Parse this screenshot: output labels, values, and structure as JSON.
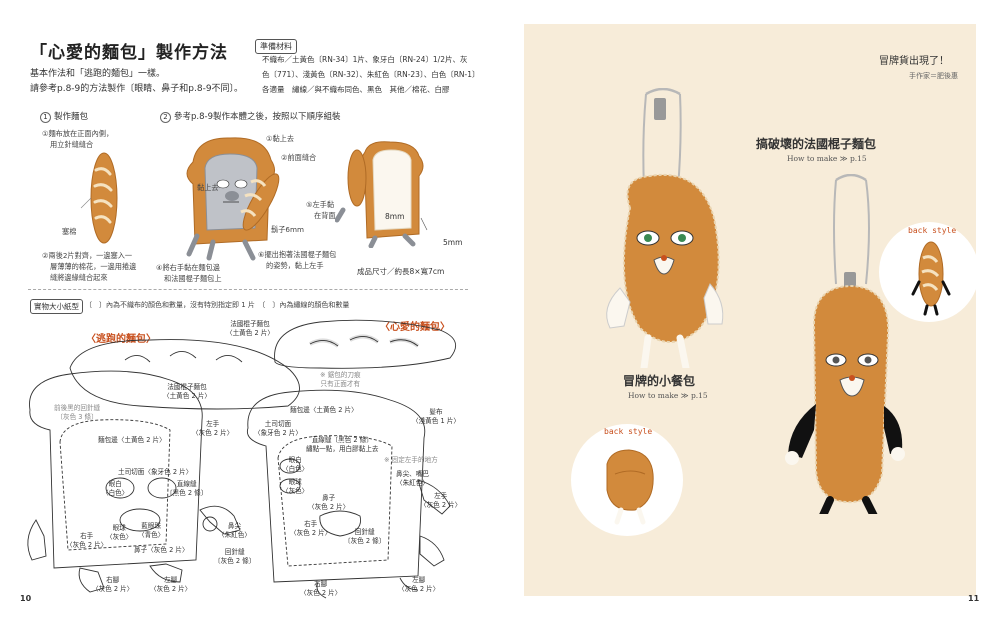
{
  "left": {
    "title": "「心愛的麵包」製作方法",
    "intro1": "基本作法和「逃跑的麵包」一樣。",
    "intro2": "請參考p.8-9的方法製作〔眼睛、鼻子和p.8-9不同〕。",
    "materials_badge": "準備材料",
    "materials_line1": "不織布／土黃色〔RN-34〕1片、象牙白〔RN-24〕1/2片、灰",
    "materials_line2": "色〔771〕、淺黃色〔RN-32〕、朱紅色〔RN-23〕、白色〔RN-1〕",
    "materials_line3": "各適量　繡線／與不織布同色、黑色　其他／棉花、白膠",
    "step1_num": "1",
    "step1_title": "製作麵包",
    "step1_note1": "①麵布放在正面內側，",
    "step1_note1b": "用立針縫縫合",
    "step1_note_cotton": "塞棉",
    "step1_note2a": "②兩後2片對齊，一邊塞入一",
    "step1_note2b": "層薄薄的棉花，一邊用捲邊",
    "step1_note2c": "縫將邊緣縫合起來",
    "step2_num": "2",
    "step2_title": "參考p.8-9製作本體之後，按照以下順序組裝",
    "s2_n1": "①黏上去",
    "s2_n2": "②前面縫合",
    "s2_n3": "黏上去",
    "s2_n4": "⑤左手黏",
    "s2_n4b": "在背面",
    "s2_n5": "鬍子6mm",
    "s2_n6a": "④將右手黏在麵包邊",
    "s2_n6b": "和法國棍子麵包上",
    "s2_n7a": "⑥擺出抱著法國棍子麵包",
    "s2_n7b": "的姿勢，黏上左手",
    "dim_8mm": "8mm",
    "dim_5mm": "5mm",
    "finished_size": "成品尺寸／約長8×寬7cm",
    "pattern_badge": "實物大小紙型",
    "pattern_note": "〔　〕內為不織布的顏色和數量，沒有特別指定即 1 片　〔　〕內為繡線的顏色和數量",
    "sec_escape": "〈逃跑的麵包〉",
    "sec_beloved": "〈心愛的麵包〉",
    "p_baguette_top": "法國棍子麵包",
    "p_baguette_top_c": "〈土黃色 2 片〉",
    "p_baguette_mid": "法國棍子麵包",
    "p_baguette_mid_c": "〈土黃色 2 片〉",
    "p_stitch_gray": "前後黑的回針縫",
    "p_stitch_gray_c": "〔灰色 3 條〕",
    "p_cut_note": "※ 鋸包的刀痕",
    "p_cut_note2": "只有正面才有",
    "p_bread_edge": "麵包邊〈土黃色 2 片〉",
    "p_bread_edge_r": "麵包邊〈土黃色 2 片〉",
    "p_toast_cut": "土司切面",
    "p_toast_cut_c": "〈象牙色 2 片〉",
    "p_toast_cut_l": "土司切面〈象牙色 2 片〉",
    "p_eye": "眼白",
    "p_eye_c": "〈白色〉",
    "p_eye_r": "眼白",
    "p_eye_r_c": "〈白色〉",
    "p_straight": "直線縫",
    "p_straight_c": "〔黑色 2 條〕",
    "p_straight_r": "直線縫〔黑色 2 條〕",
    "p_straight_r2": "繡點一點，用白膠黏上去",
    "p_eyeball": "眼球",
    "p_eyeball_c": "〈灰色〉",
    "p_eyeball_r": "眼球",
    "p_eyeball_r_c": "〈灰色〉",
    "p_whisker": "藍眼珠",
    "p_whisker_c": "〈青色〉",
    "p_nose_tip": "鼻尖",
    "p_nose_tip_c": "〈朱紅色〉",
    "p_nose": "鼻子〈灰色 2 片〉",
    "p_nose_r": "鼻子",
    "p_nose_r_c": "〈灰色 2 片〉",
    "p_nose_mouth": "鼻尖、嘴巴",
    "p_nose_mouth_c": "〈朱紅色〉",
    "p_fix_note": "※ 固定左手的地方",
    "p_back_stitch": "回針縫",
    "p_back_stitch_c": "〔灰色 2 條〕",
    "p_back_stitch_r": "回針縫",
    "p_back_stitch_r_c": "〔灰色 2 條〕",
    "p_hair": "髮布",
    "p_hair_c": "〈淺黃色 1 片〉",
    "p_right_hand": "右手",
    "p_right_hand_c": "〈灰色 2 片〉",
    "p_right_hand_r": "右手",
    "p_right_hand_r_c": "〈灰色 2 片〉",
    "p_left_hand": "左手",
    "p_left_hand_c": "〈灰色 2 片〉",
    "p_left_hand_r": "左手",
    "p_left_hand_r_c": "〈灰色 2 片〉",
    "p_right_leg": "右腳",
    "p_right_leg_c": "〈灰色 2 片〉",
    "p_left_leg": "左腳",
    "p_left_leg_c": "〈灰色 2 片〉",
    "p_right_leg_r": "右腳",
    "p_right_leg_r_c": "〈灰色 2 片〉",
    "p_left_leg_r": "左腳",
    "p_left_leg_r_c": "〈灰色 2 片〉",
    "page_num": "10"
  },
  "right": {
    "heading": "冒牌貨出現了！",
    "author": "手作家＝肥後惠",
    "item1_title": "搞破壞的法國棍子麵包",
    "item1_howto": "How to make ≫ p.15",
    "item2_title": "冒牌的小餐包",
    "item2_howto": "How to make ≫ p.15",
    "back_style_1": "back style",
    "back_style_2": "back style",
    "page_num": "11"
  },
  "colors": {
    "bread": "#d28a3c",
    "bread_dark": "#b06b25",
    "cream": "#f7ecd9",
    "accent": "#c8501e",
    "gray": "#8b8f96",
    "white_felt": "#fbf7ef"
  }
}
